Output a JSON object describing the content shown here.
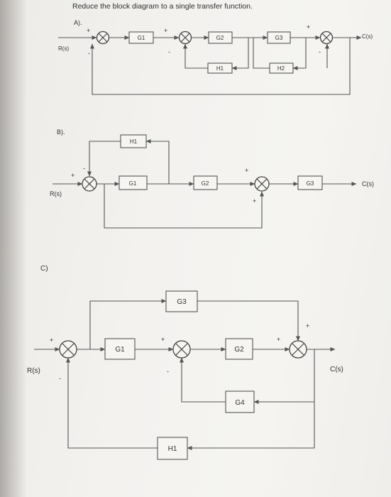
{
  "title": "Reduce the block diagram to a single transfer function.",
  "part_a": {
    "label": "A).",
    "input": "R(s)",
    "output": "C(s)",
    "blocks": {
      "g1": "G1",
      "g2": "G2",
      "g3": "G3",
      "h1": "H1",
      "h2": "H2"
    },
    "signs": {
      "s1_in": "+",
      "s1_fb": "-",
      "s2_in": "+",
      "s2_fb": "-",
      "s3_in": "+",
      "s3_fb": "-"
    }
  },
  "part_b": {
    "label": "B).",
    "input": "R(s)",
    "output": "C(s)",
    "blocks": {
      "h1": "H1",
      "g1": "G1",
      "g2": "G2",
      "g3": "G3"
    },
    "signs": {
      "s1_in": "+",
      "s1_fb": "-",
      "s2_in": "+",
      "s2_ff": "+"
    }
  },
  "part_c": {
    "label": "C)",
    "input": "R(s)",
    "output": "C(s)",
    "blocks": {
      "g1": "G1",
      "g2": "G2",
      "g3": "G3",
      "g4": "G4",
      "h1": "H1"
    },
    "signs": {
      "s1_in": "+",
      "s1_fb": "-",
      "s2_in": "+",
      "s2_fb": "-",
      "s3_in": "+",
      "s3_ff": "+"
    }
  }
}
